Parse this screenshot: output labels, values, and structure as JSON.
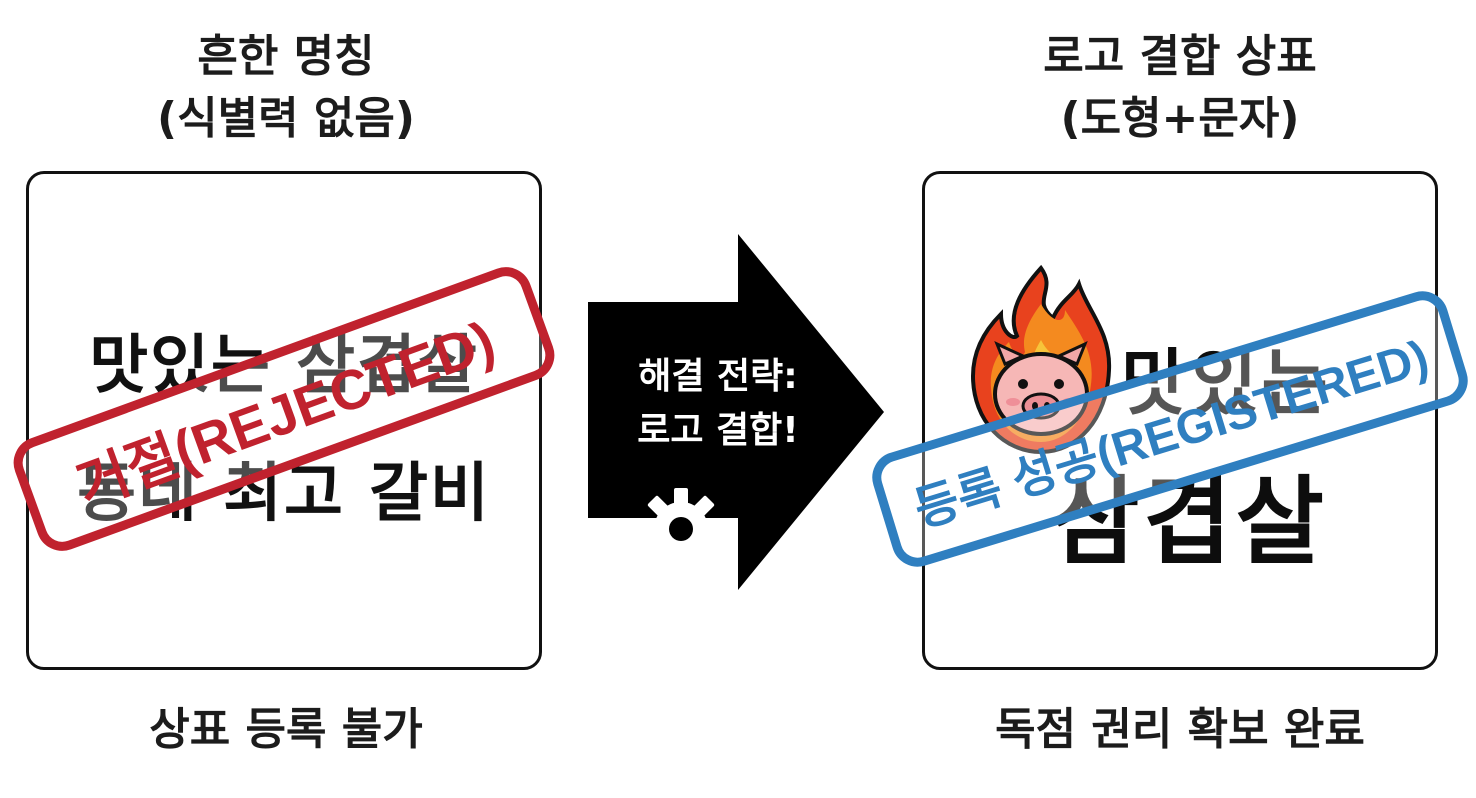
{
  "left": {
    "title_line1": "흔한 명칭",
    "title_line2": "(식별력 없음)",
    "text_line1": "맛있는 삼겹살",
    "text_line2": "동네 최고 갈비",
    "stamp": "거절(REJECTED)",
    "caption": "상표 등록 불가"
  },
  "middle": {
    "line1": "해결 전략:",
    "line2": "로고 결합!",
    "icon": "gear-icon"
  },
  "right": {
    "title_line1": "로고 결합 상표",
    "title_line2": "(도형+문자)",
    "logo_line1": "맛있는",
    "logo_line2": "삼겹살",
    "stamp": "등록 성공(REGISTERED)",
    "caption": "독점 권리 확보 완료",
    "icon": "flaming-pig-icon"
  },
  "colors": {
    "reject": "#c0222e",
    "register": "#2f7fc0",
    "arrow": "#000000"
  }
}
